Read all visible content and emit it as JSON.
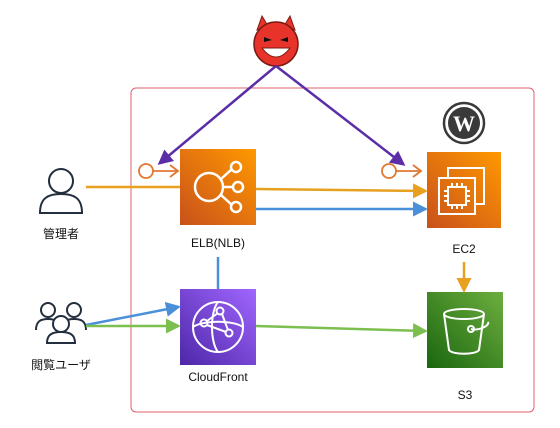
{
  "nodes": {
    "admin": {
      "label": "管理者",
      "icon": "user-icon"
    },
    "viewers": {
      "label": "閲覧ユーザ",
      "icon": "users-icon"
    },
    "elb": {
      "label": "ELB(NLB)",
      "icon": "elastic-load-balancing-icon",
      "color": "#ED7100"
    },
    "ec2": {
      "label": "EC2",
      "icon": "ec2-instance-icon",
      "color": "#ED7100"
    },
    "cloudfront": {
      "label": "CloudFront",
      "icon": "cloudfront-icon",
      "color": "#8C4FFF"
    },
    "s3": {
      "label": "S3",
      "icon": "s3-bucket-icon",
      "color": "#3F8624"
    },
    "attacker": {
      "icon": "devil-icon"
    },
    "wordpress": {
      "icon": "wordpress-logo-icon"
    }
  },
  "colors": {
    "boundary": "#E06070",
    "admin_flow": "#E8A020",
    "viewer_flow": "#4A90D9",
    "cdn_flow": "#7CBF4F",
    "attack_flow": "#5B2EA8",
    "restriction": "#E07830"
  }
}
